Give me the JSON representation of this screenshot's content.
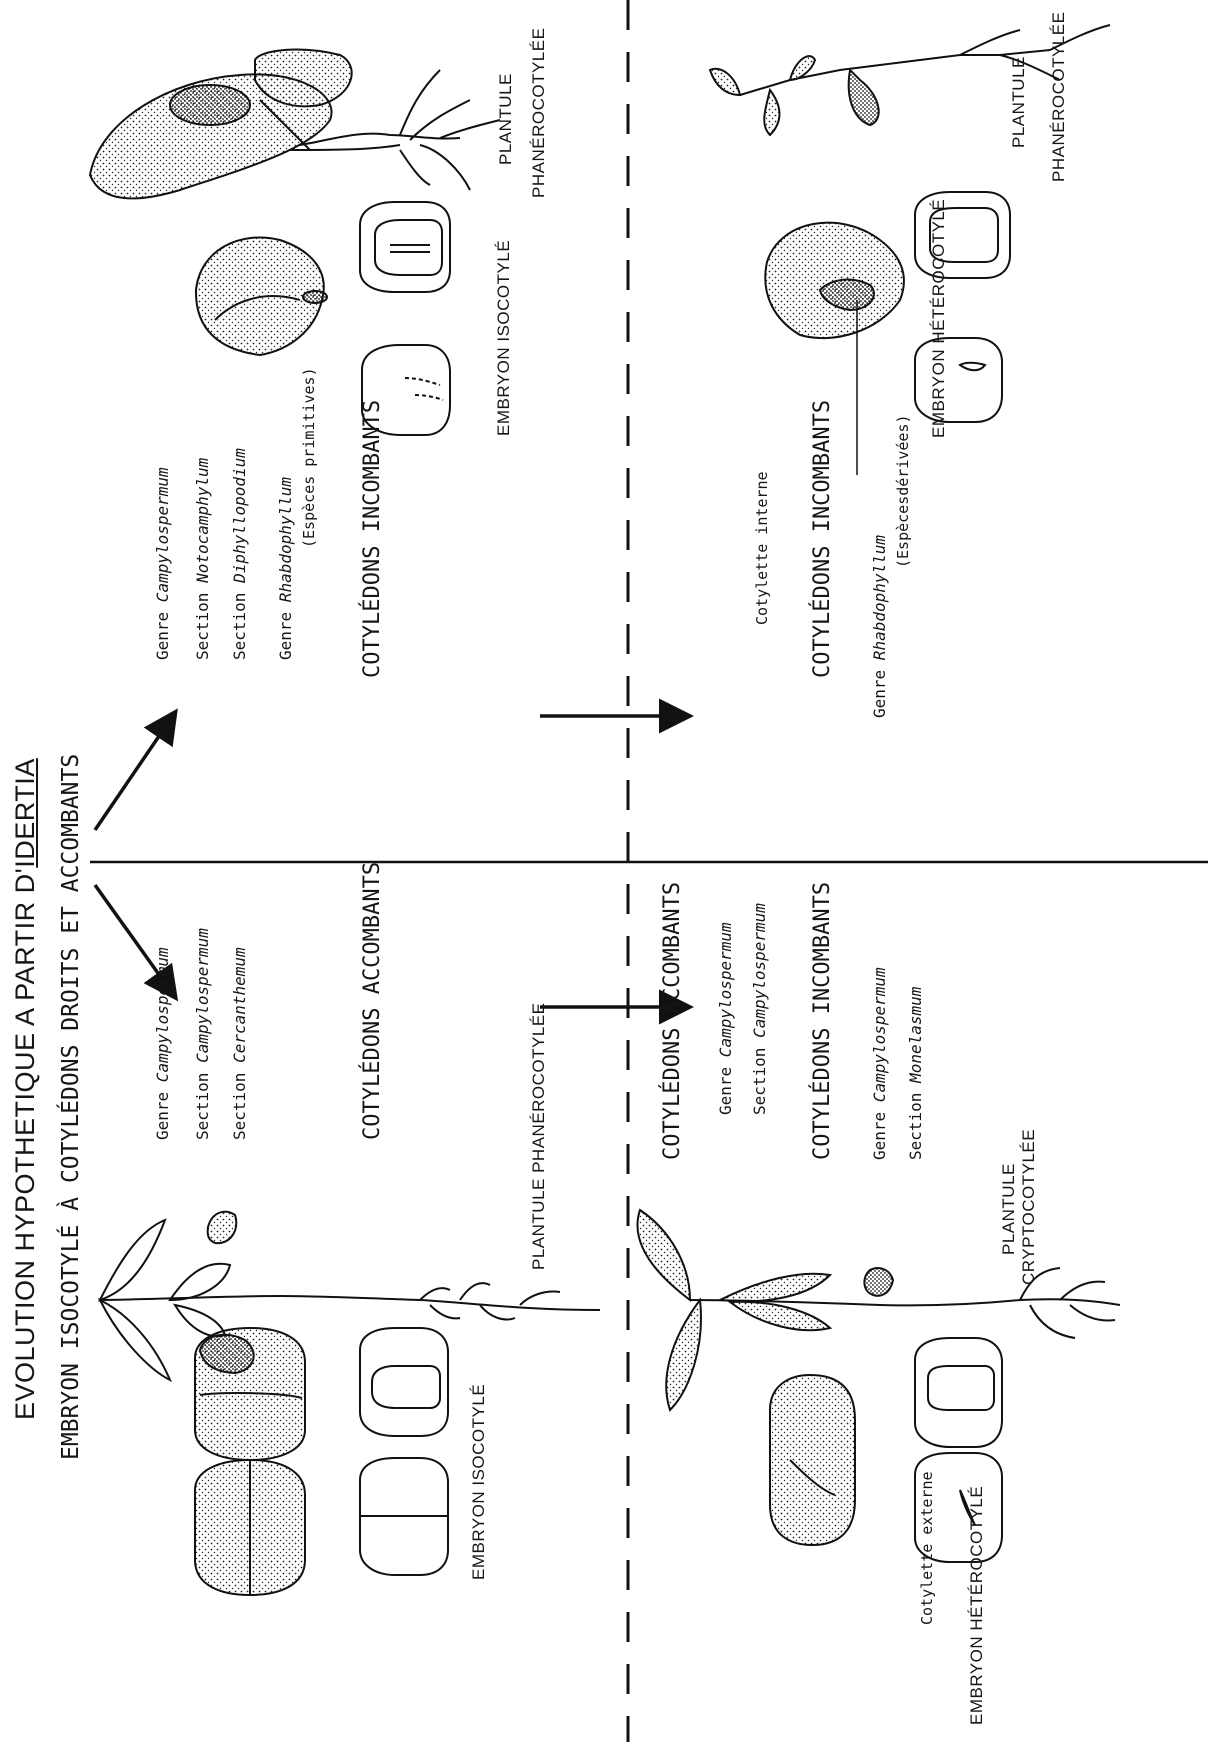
{
  "title": {
    "prefix": "EVOLUTION HYPOTHETIQUE A PARTIR D'",
    "genus": "IDERTIA"
  },
  "subtitle": "EMBRYON ISOCOTYLÉ À COTYLÉDONS DROITS ET ACCOMBANTS",
  "top_right_branch": {
    "taxa": [
      {
        "rank": "Genre",
        "name": "Campylospermum"
      },
      {
        "rank": "Section",
        "name": "Notocamphylum"
      },
      {
        "rank": "Section",
        "name": "Diphyllopodium"
      },
      {
        "rank": "Genre",
        "name": "Rhabdophyllum"
      }
    ],
    "species_note": "(Espèces primitives)",
    "cotyledons": "COTYLÉDONS INCOMBANTS",
    "embryo": "EMBRYON ISOCOTYLÉ",
    "plantule_line1": "PLANTULE",
    "plantule_line2": "PHANÉROCOTYLÉE"
  },
  "top_left_branch": {
    "taxa": [
      {
        "rank": "Genre",
        "name": "Campylospermum"
      },
      {
        "rank": "Section",
        "name": "Campylospermum"
      },
      {
        "rank": "Section",
        "name": "Cercanthemum"
      }
    ],
    "cotyledons": "COTYLÉDONS ACCOMBANTS",
    "embryo": "EMBRYON ISOCOTYLÉ",
    "plantule": "PLANTULE PHANÉROCOTYLÉE"
  },
  "bottom_right_branch": {
    "cotylette": "Cotylette interne",
    "cotyledons": "COTYLÉDONS INCOMBANTS",
    "taxa": [
      {
        "rank": "Genre",
        "name": "Rhabdophyllum"
      }
    ],
    "species_note": "(Espècesdérivées)",
    "embryo": "EMBRYON HÉTÉROCOTYLÉ",
    "plantule_line1": "PLANTULE",
    "plantule_line2": "PHANÉROCOTYLÉE"
  },
  "bottom_left_branch": {
    "group1_cotyledons": "COTYLÉDONS ACCOMBANTS",
    "group1_taxa": [
      {
        "rank": "Genre",
        "name": "Campylospermum"
      },
      {
        "rank": "Section",
        "name": "Campylospermum"
      }
    ],
    "group2_cotyledons": "COTYLÉDONS INCOMBANTS",
    "group2_taxa": [
      {
        "rank": "Genre",
        "name": "Campylospermum"
      },
      {
        "rank": "Section",
        "name": "Monelasmum"
      }
    ],
    "cotylette": "Cotylette externe",
    "embryo": "EMBRYON HÉTÉROCOTYLÉ",
    "plantule_line1": "PLANTULE",
    "plantule_line2": "CRYPTOCOTYLÉE"
  }
}
